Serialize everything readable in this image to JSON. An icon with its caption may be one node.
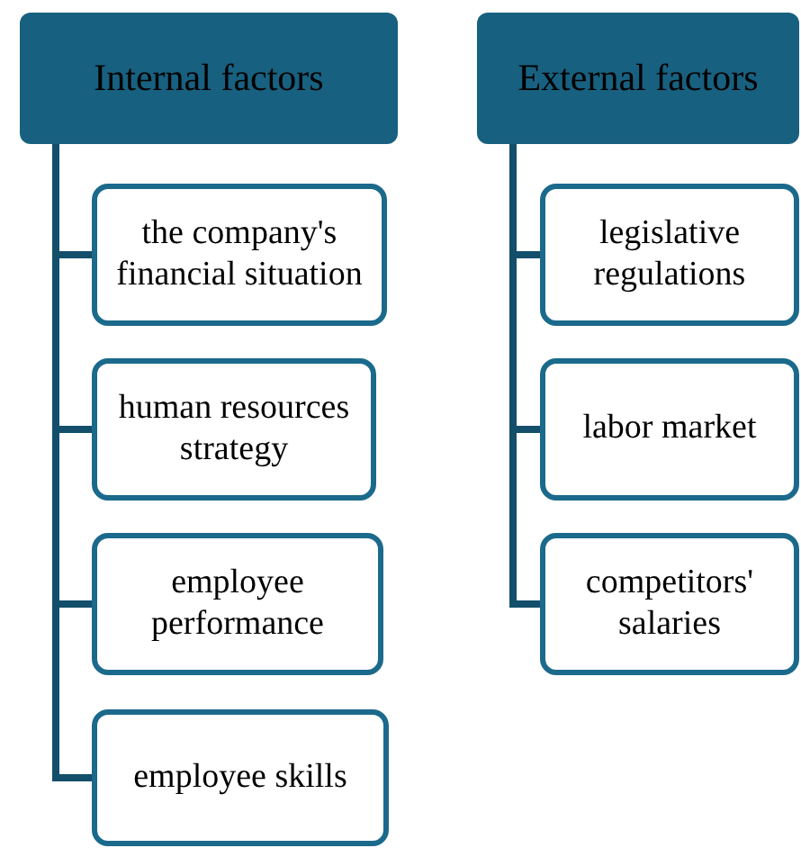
{
  "diagram": {
    "nodes": [
      {
        "text": [
          "Internal factors"
        ]
      },
      {
        "text": [
          "the company's financial situation"
        ]
      },
      {
        "text": [
          "human resources strategy"
        ]
      },
      {
        "text": [
          "employee performance"
        ]
      },
      {
        "text": [
          "employee skills"
        ]
      },
      {
        "text": [
          "External factors"
        ]
      },
      {
        "text": [
          "legislative regulations"
        ]
      },
      {
        "text": [
          "labor market"
        ]
      },
      {
        "text": [
          "competitors' salaries"
        ]
      }
    ],
    "edges": [
      {
        "from": 0,
        "to": 1,
        "arrow": "none"
      },
      {
        "from": 0,
        "to": 2,
        "arrow": "none"
      },
      {
        "from": 0,
        "to": 3,
        "arrow": "none"
      },
      {
        "from": 0,
        "to": 4,
        "arrow": "none"
      },
      {
        "from": 5,
        "to": 6,
        "arrow": "none"
      },
      {
        "from": 5,
        "to": 7,
        "arrow": "none"
      },
      {
        "from": 5,
        "to": 8,
        "arrow": "none"
      }
    ]
  }
}
